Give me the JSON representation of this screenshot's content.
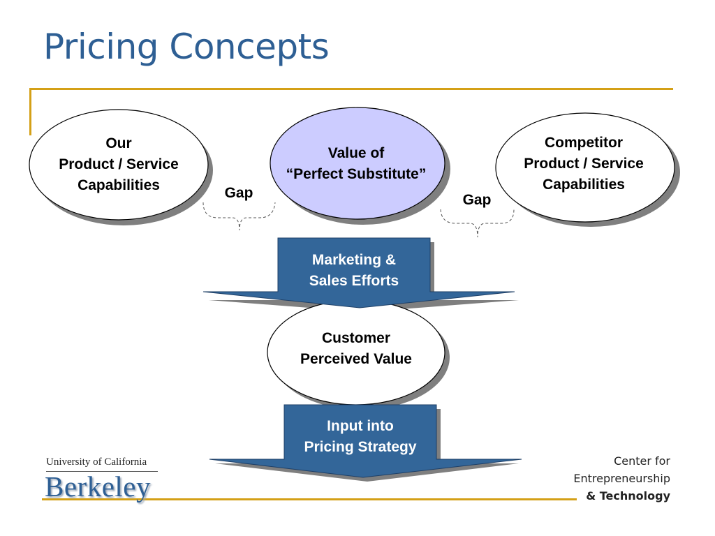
{
  "slide": {
    "title": "Pricing Concepts"
  },
  "diagram": {
    "our_capabilities": [
      "Our",
      "Product / Service",
      "Capabilities"
    ],
    "perfect_substitute": [
      "Value of",
      "“Perfect Substitute”"
    ],
    "competitor_capabilities": [
      "Competitor",
      "Product / Service",
      "Capabilities"
    ],
    "gap_left": "Gap",
    "gap_right": "Gap",
    "marketing_arrow": [
      "Marketing &",
      "Sales Efforts"
    ],
    "customer_value": [
      "Customer",
      "Perceived Value"
    ],
    "pricing_arrow": [
      "Input into",
      "Pricing Strategy"
    ]
  },
  "colors": {
    "title": "#2e5f94",
    "accent_rule": "#d4a017",
    "arrow_fill": "#336699",
    "highlight_ellipse": "#ccccff"
  },
  "logos": {
    "university_line": "University of California",
    "berkeley": "Berkeley",
    "center_line1": "Center for",
    "center_line2": "Entrepreneurship",
    "center_line3": "& Technology"
  }
}
